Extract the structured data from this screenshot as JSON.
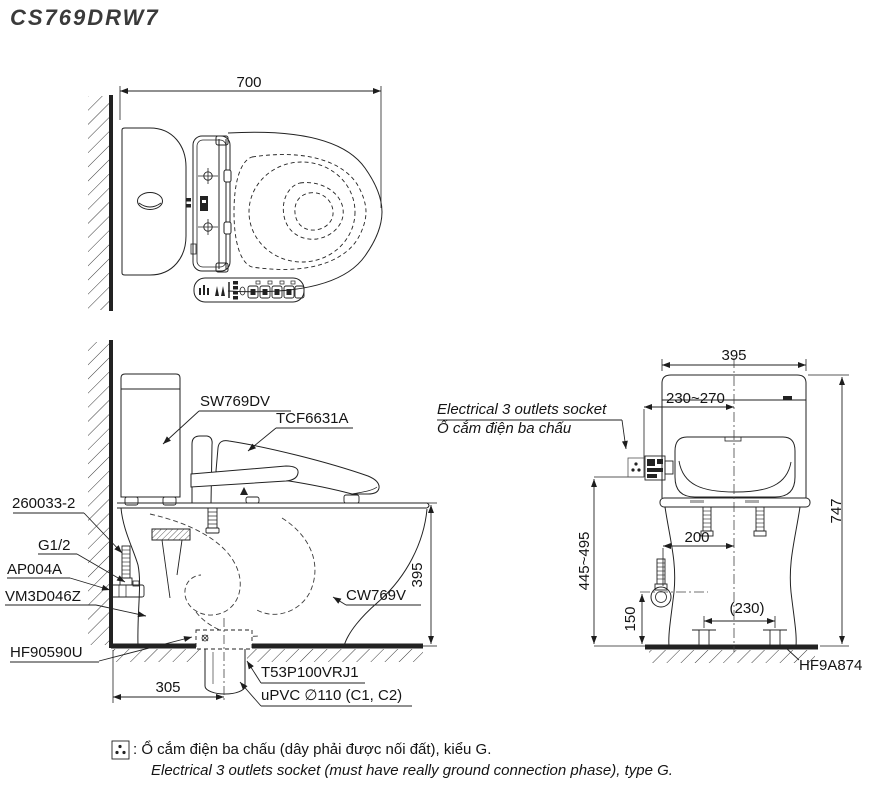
{
  "title": "CS769DRW7",
  "top_view": {
    "dim_width": "700"
  },
  "side_view": {
    "dim_height": "395",
    "dim_trap_distance": "305",
    "parts": {
      "cistern": "SW769DV",
      "washlet": "TCF6631A",
      "supply_pipe": "260033-2",
      "thread": "G1/2",
      "stop_valve": "AP004A",
      "hose": "VM3D046Z",
      "floor_fixing": "HF90590U",
      "bowl": "CW769V",
      "flange": "T53P100VRJ1",
      "drain_pipe": "uPVC ∅110 (C1, C2)"
    }
  },
  "front_view": {
    "dim_width": "395",
    "dim_socket_offset": "230~270",
    "dim_total_height": "747",
    "dim_socket_height": "445~495",
    "dim_supply_offset": "200",
    "dim_valve_height": "150",
    "dim_bolt_spacing": "(230)",
    "socket_label_en": "Electrical 3 outlets socket",
    "socket_label_vi": "Ổ cắm điện ba chấu",
    "part_floor_set": "HF9A874"
  },
  "footnote": {
    "vi": ": Ổ cắm điện ba chấu (dây phải được nối đất), kiểu G.",
    "en": "Electrical 3 outlets socket (must have really ground connection phase), type G."
  }
}
